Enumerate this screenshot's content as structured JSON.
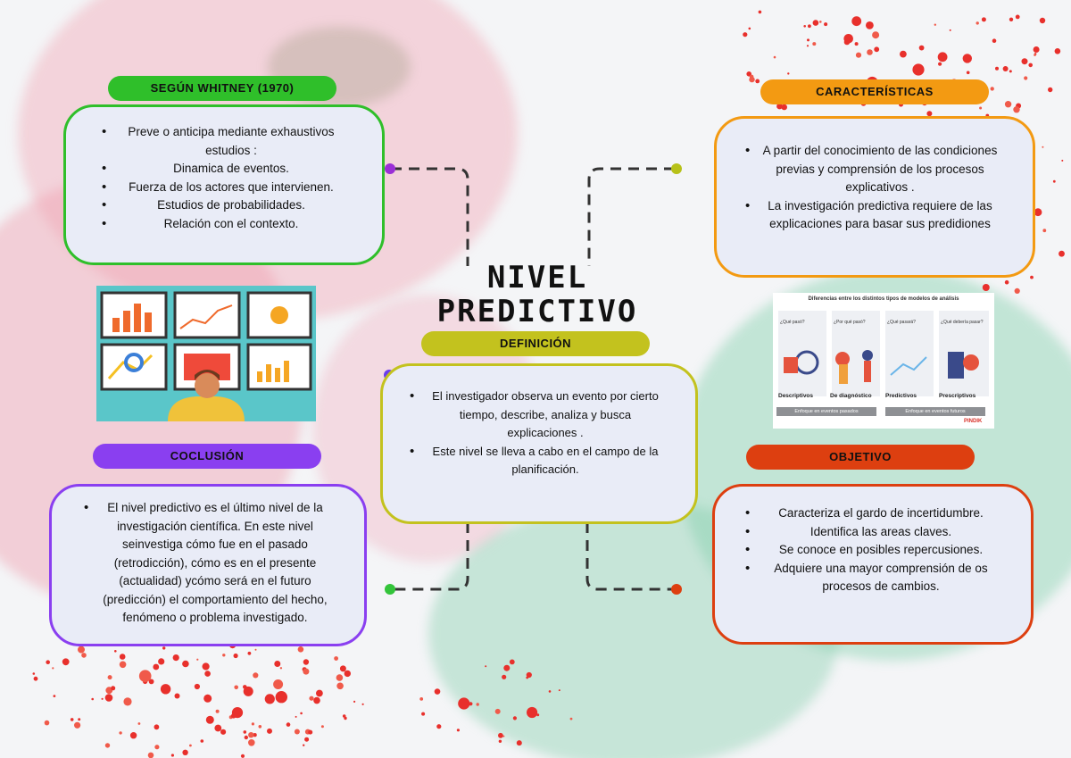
{
  "title": {
    "line1": "NIVEL",
    "line2": "PREDICTIVO"
  },
  "whitney": {
    "label": "SEGÚN WHITNEY (1970)",
    "items": [
      "Preve o anticipa mediante exhaustivos estudios :",
      "Dinamica de eventos.",
      "Fuerza de los actores que intervienen.",
      "Estudios de probabilidades.",
      "Relación con el contexto."
    ]
  },
  "caracteristicas": {
    "label": "CARACTERÍSTICAS",
    "items": [
      "A partir del conocimiento  de las condiciones previas y comprensión de los procesos explicativos .",
      "La investigación predictiva requiere de las explicaciones para basar sus predidiones"
    ]
  },
  "definicion": {
    "label": "DEFINICIÓN",
    "items": [
      "El investigador observa un evento por cierto tiempo, describe, analiza y busca explicaciones .",
      "Este nivel se lleva a cabo en el campo de la planificación."
    ]
  },
  "conclusion": {
    "label": "COCLUSIÓN",
    "items": [
      "El nivel predictivo es el último nivel de la investigación científica. En este nivel seinvestiga cómo fue en el pasado (retrodicción), cómo es en el presente (actualidad) ycómo será en el futuro (predicción) el comportamiento del hecho, fenómeno o problema investigado."
    ]
  },
  "objetivo": {
    "label": "OBJETIVO",
    "items": [
      "Caracteriza el gardo de incertidumbre.",
      "Identifica las areas claves.",
      "Se conoce en posibles repercusiones.",
      "Adquiere una mayor comprensión de os procesos de cambios."
    ]
  },
  "infographic": {
    "heading": "Diferencias entre los distintos tipos de modelos de análisis",
    "columns": [
      {
        "question": "¿Qué pasó?",
        "label": "Descriptivos"
      },
      {
        "question": "¿Por qué pasó?",
        "label": "De diagnóstico"
      },
      {
        "question": "¿Qué pasará?",
        "label": "Predictivos"
      },
      {
        "question": "¿Qué debería pasar?",
        "label": "Prescriptivos"
      }
    ],
    "footer_left": "Enfoque en eventos pasados",
    "footer_right": "Enfoque en eventos futuros",
    "brand": "PINDIK"
  },
  "colors": {
    "green": "#2fbf2a",
    "orange": "#f39a12",
    "olive": "#c3c21e",
    "purple": "#8a3ff0",
    "red_orange": "#dd3f10",
    "connector_purple": "#9b2fd6",
    "connector_olive": "#b7c119",
    "connector_green": "#33c43a",
    "connector_red": "#dd3f10",
    "box_fill": "#e9ecf7",
    "dash": "#333333"
  }
}
